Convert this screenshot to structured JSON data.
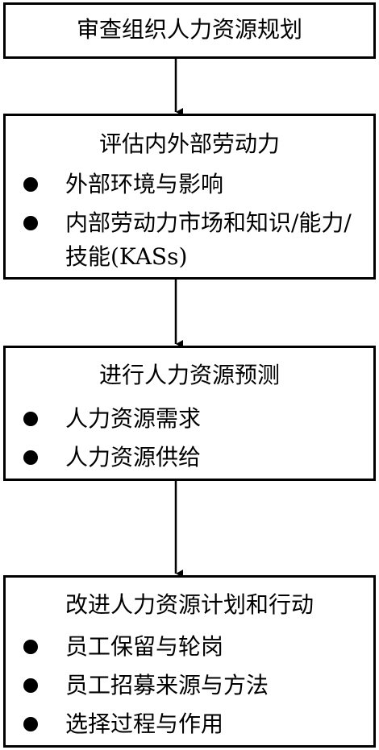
{
  "diagram": {
    "steps": [
      {
        "title": "审查组织人力资源规划",
        "bullets": []
      },
      {
        "title": "评估内外部劳动力",
        "bullets": [
          "外部环境与影响",
          "内部劳动力市场和知识/能力/技能(KASs)"
        ]
      },
      {
        "title": "进行人力资源预测",
        "bullets": [
          "人力资源需求",
          "人力资源供给"
        ]
      },
      {
        "title": "改进人力资源计划和行动",
        "bullets": [
          "员工保留与轮岗",
          "员工招募来源与方法",
          "选择过程与作用"
        ]
      }
    ]
  },
  "colors": {
    "line": "#000000",
    "background": "#ffffff"
  }
}
